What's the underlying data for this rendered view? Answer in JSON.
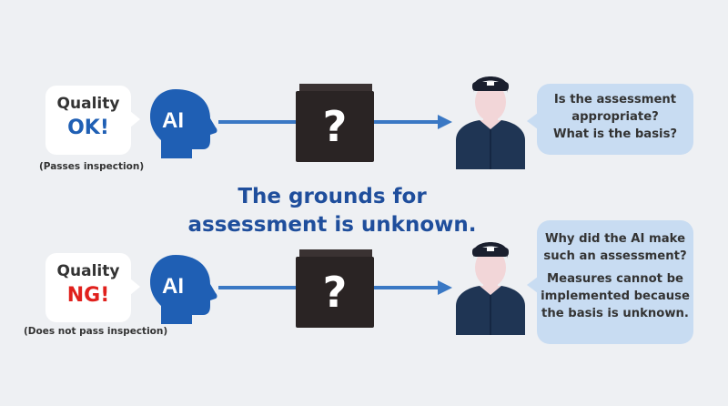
{
  "rows": [
    {
      "quality_label": "Quality",
      "status": "OK!",
      "status_color": "#1f5fb4",
      "caption": "(Passes inspection)",
      "ai_label": "AI",
      "box_symbol": "?",
      "bubble_lines": [
        "Is the assessment",
        "appropriate?",
        "What is the basis?"
      ]
    },
    {
      "quality_label": "Quality",
      "status": "NG!",
      "status_color": "#e0201c",
      "caption": "(Does not pass inspection)",
      "ai_label": "AI",
      "box_symbol": "?",
      "bubble_lines": [
        "Why did the AI make",
        "such an assessment?",
        "Measures cannot be",
        "implemented because",
        "the basis is unknown."
      ]
    }
  ],
  "center_message": {
    "line1": "The grounds for",
    "line2": "assessment is unknown."
  },
  "colors": {
    "ai_head": "#1f5fb4",
    "arrow": "#3a78c4",
    "box": "#2a2424",
    "person_body": "#1f3554",
    "bubble": "#c8dcf2",
    "accent_blue": "#1f4e9c"
  }
}
